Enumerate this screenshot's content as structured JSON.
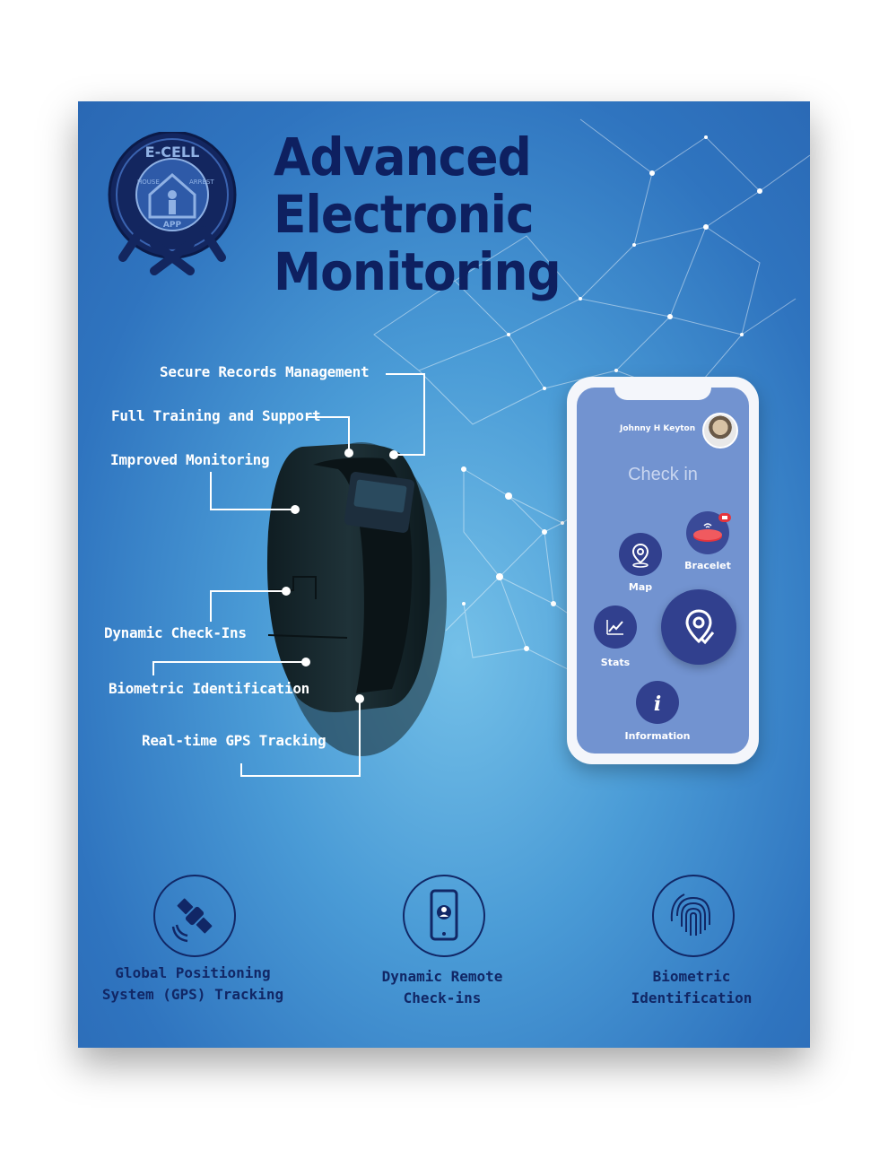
{
  "title": {
    "line1": "Advanced",
    "line2": "Electronic",
    "line3": "Monitoring"
  },
  "logo": {
    "top_text": "E-CELL",
    "ring_text_left": "HOUSE",
    "ring_text_right": "ARREST",
    "bottom_text": "APP"
  },
  "callouts": [
    {
      "label": "Secure Records Management"
    },
    {
      "label": "Full Training and Support"
    },
    {
      "label": "Improved Monitoring"
    },
    {
      "label": "Dynamic Check-Ins"
    },
    {
      "label": "Biometric Identification"
    },
    {
      "label": "Real-time GPS Tracking"
    }
  ],
  "phone": {
    "user_name": "Johnny H Keyton",
    "heading": "Check in",
    "buttons": {
      "map": "Map",
      "bracelet": "Bracelet",
      "stats": "Stats",
      "information": "Information"
    },
    "bracelet_badge_icon": "battery-icon"
  },
  "features": [
    {
      "label_line1": "Global Positioning",
      "label_line2": "System (GPS) Tracking",
      "icon": "satellite-icon"
    },
    {
      "label_line1": "Dynamic Remote",
      "label_line2": "Check-ins",
      "icon": "phone-icon"
    },
    {
      "label_line1": "Biometric",
      "label_line2": "Identification",
      "icon": "fingerprint-icon"
    }
  ],
  "colors": {
    "navy": "#0e2060",
    "background": "#4a9bd6",
    "phone_screen": "#7293d0",
    "app_button": "#31408e",
    "badge": "#e5343c"
  }
}
